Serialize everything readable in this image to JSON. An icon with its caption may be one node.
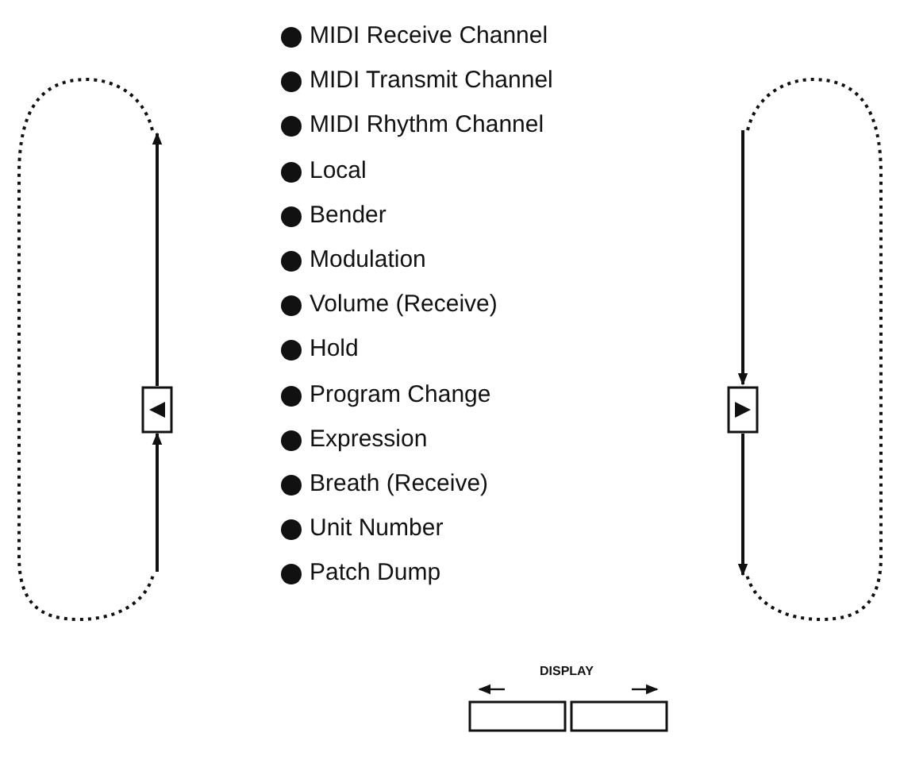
{
  "diagram": {
    "labels": [
      "MIDI Receive Channel",
      "MIDI Transmit Channel",
      "MIDI Rhythm Channel",
      "Local",
      "Bender",
      "Modulation",
      "Volume (Receive)",
      "Hold",
      "Program Change",
      "Expression",
      "Breath (Receive)",
      "Unit Number",
      "Patch Dump",
      "DISPLAY"
    ]
  }
}
